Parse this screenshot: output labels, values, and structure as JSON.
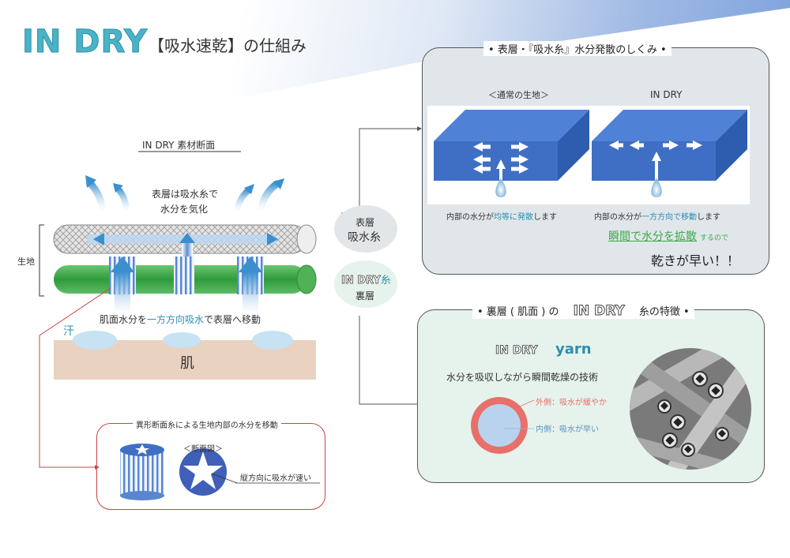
{
  "header": {
    "title_main": "IN DRY",
    "title_sub": "【吸水速乾】の仕組み"
  },
  "cross_section": {
    "heading": "IN DRY 素材断面",
    "surface_note_1": "表層は吸水糸で",
    "surface_note_2": "水分を気化",
    "fabric_label": "生地",
    "transport_caption_pre": "肌面水分を",
    "transport_caption_highlight": "一方方向吸水",
    "transport_caption_post": "で表層へ移動",
    "sweat_label": "汗",
    "skin_label": "肌"
  },
  "yarn_labels": {
    "top_line1": "表層",
    "top_line2": "吸水糸",
    "bottom_line1": "IN DRY",
    "bottom_line1_suffix": "糸",
    "bottom_line2": "裏層"
  },
  "fiber_box": {
    "title": "異形断面糸による生地内部の水分を移動",
    "section_label": "＜断面図＞",
    "speed_note": "縦方向に吸水が速い"
  },
  "top_panel": {
    "title": "• 表層・『吸水糸』水分発散のしくみ •",
    "left_heading": "＜通常の生地＞",
    "right_heading": "IN DRY",
    "left_caption_pre": "内部の水分が",
    "left_caption_highlight": "均等に発散",
    "left_caption_post": "します",
    "right_caption_pre": "内部の水分が",
    "right_caption_highlight": "一方方向で移動",
    "right_caption_post": "します",
    "highlight_line": "瞬間で水分を拡散",
    "highlight_suffix": "するので",
    "conclusion": "乾きが早い！！"
  },
  "bottom_panel": {
    "title_pre": "• 裏層 ( 肌面 ) の",
    "title_brand": "IN DRY",
    "title_post": "糸の特徴 •",
    "brand": "IN DRY",
    "brand_word": "yarn",
    "subtitle": "水分を吸収しながら瞬間乾燥の技術",
    "outer_label": "外側：吸水が緩やか",
    "inner_label": "内側：吸水が早い"
  },
  "colors": {
    "accent_teal": "#49b3c8",
    "water_blue": "#2b8fb0",
    "fabric_green": "#3da84a",
    "skin_tan": "#e9d2bf",
    "block_blue": "#3f6fc4",
    "ring_red": "#e8706a",
    "core_blue": "#b9d3ee"
  }
}
